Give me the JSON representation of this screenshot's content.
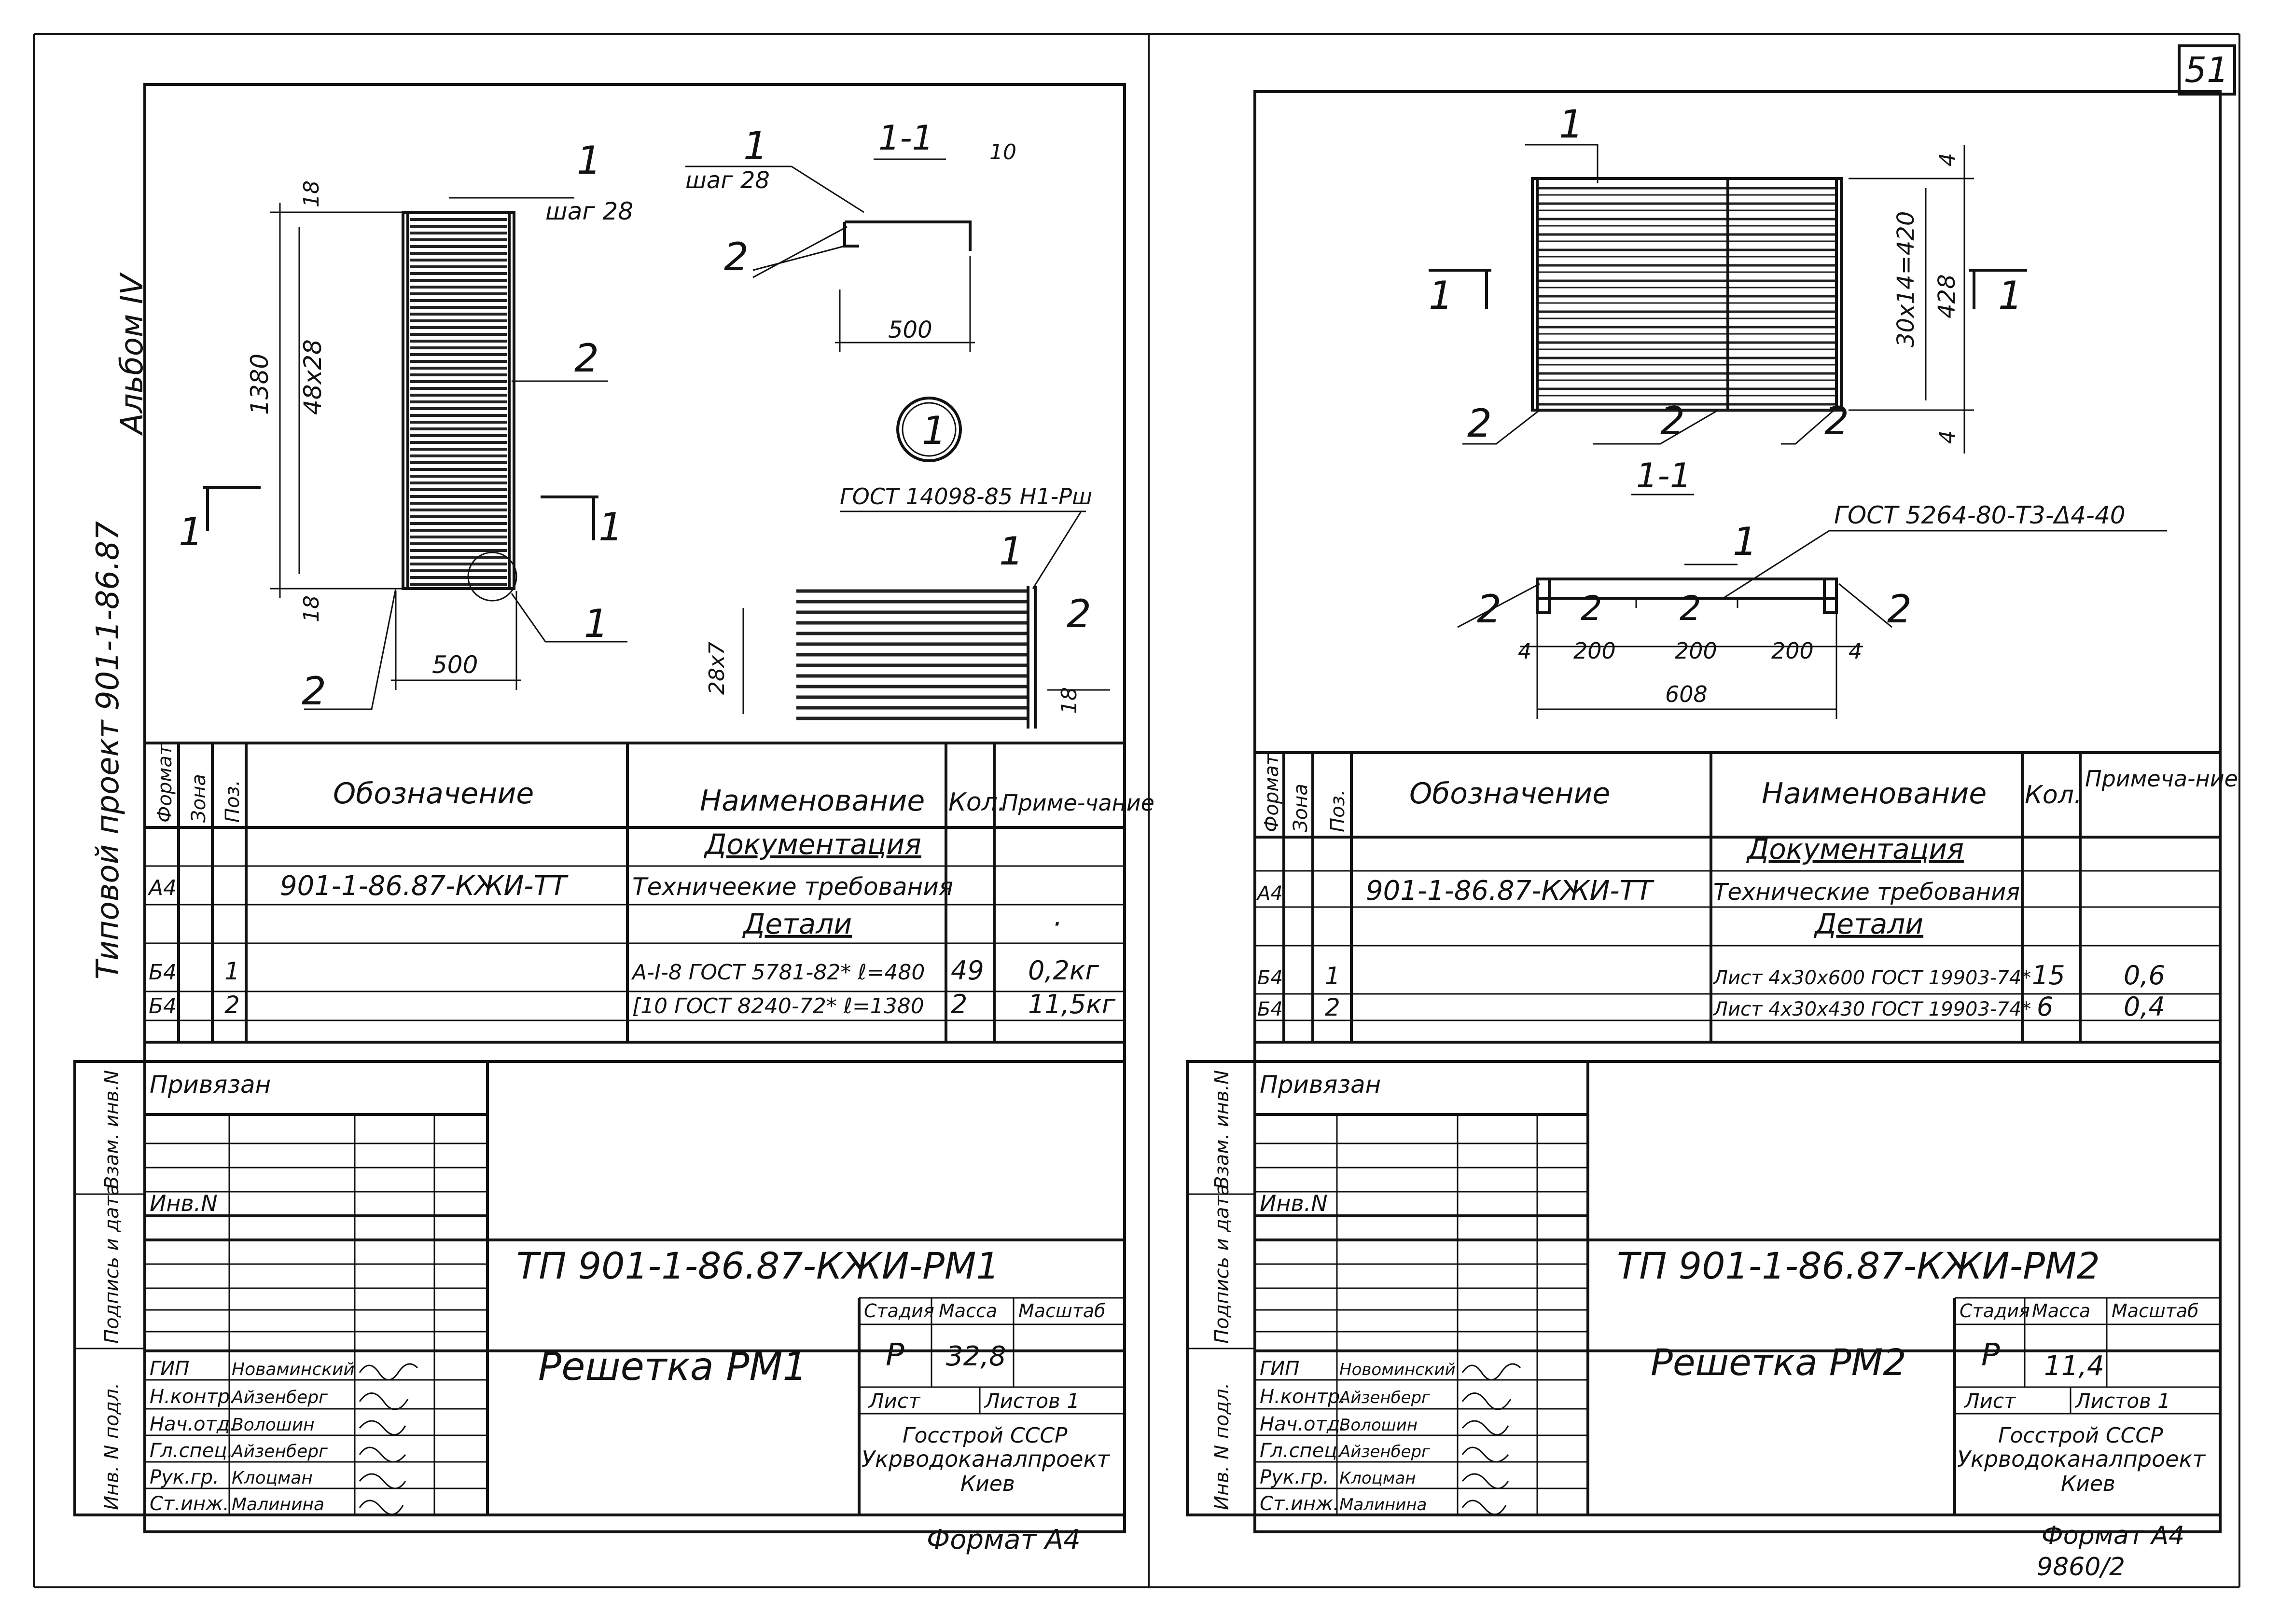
{
  "page_number": "51",
  "footer_code": "9860/2",
  "album_side": {
    "typovoy_proekt": "Типовой проект 901-1-86.87",
    "albom": "Альбом IV"
  },
  "side_labels": {
    "vzam_inv": "Взам. инв.N",
    "podpis_data": "Подпись и дата",
    "inv_podl": "Инв. N подл."
  },
  "left": {
    "drawing": {
      "pos1": "1",
      "pos2": "2",
      "shag": "шаг 28",
      "dim_18_top": "18",
      "dim_1380": "1380",
      "dim_48x28": "48x28",
      "dim_18_bot": "18",
      "dim_500": "500",
      "section_mark": "1",
      "section_title": "1-1",
      "section_10": "10",
      "section_500": "500",
      "detail_number": "1",
      "gost_detail": "ГОСТ 14098-85 Н1-Рш",
      "dim_28x7": "28x7",
      "dim_18_det": "18"
    },
    "spec": {
      "headers": {
        "format": "Формат",
        "zona": "Зона",
        "poz": "Поз.",
        "oboznachenie": "Обозначение",
        "naimenovanie": "Наименование",
        "kol": "Кол.",
        "primechanie": "Приме-чание"
      },
      "rows": [
        {
          "format": "",
          "zona": "",
          "poz": "",
          "obozn": "",
          "naim": "Документация",
          "kol": "",
          "prim": "",
          "heading": true
        },
        {
          "format": "А4",
          "zona": "",
          "poz": "",
          "obozn": "901-1-86.87-КЖИ-ТТ",
          "naim": "Техничеекие требования",
          "kol": "",
          "prim": ""
        },
        {
          "format": "",
          "zona": "",
          "poz": "",
          "obozn": "",
          "naim": "Детали",
          "kol": "",
          "prim": "·",
          "heading": true
        },
        {
          "format": "Б4",
          "zona": "",
          "poz": "1",
          "obozn": "",
          "naim": "A-I-8 ГОСТ 5781-82* ℓ=480",
          "kol": "49",
          "prim": "0,2кг"
        },
        {
          "format": "Б4",
          "zona": "",
          "poz": "2",
          "obozn": "",
          "naim": "[10 ГОСТ 8240-72* ℓ=1380",
          "kol": "2",
          "prim": "11,5кг"
        }
      ]
    },
    "titleblock": {
      "privyazan": "Привязан",
      "inv_n": "Инв.N",
      "code": "ТП 901-1-86.87-КЖИ-РМ1",
      "name": "Решетка РМ1",
      "stadiya_h": "Стадия",
      "massa_h": "Масса",
      "masshtab_h": "Масштаб",
      "stadiya": "Р",
      "massa": "32,8",
      "masshtab": "",
      "list_h": "Лист",
      "listov_h": "Листов 1",
      "org1": "Госстрой СССР",
      "org2": "Укрводоканалпроект",
      "org3": "Киев",
      "people": [
        {
          "role": "ГИП",
          "name": "Новаминский"
        },
        {
          "role": "Н.контр.",
          "name": "Айзенберг"
        },
        {
          "role": "Нач.отд.",
          "name": "Волошин"
        },
        {
          "role": "Гл.спец.",
          "name": "Айзенберг"
        },
        {
          "role": "Рук.гр.",
          "name": "Клоцман"
        },
        {
          "role": "Ст.инж.",
          "name": "Малинина"
        }
      ],
      "format": "Формат А4"
    }
  },
  "right": {
    "drawing": {
      "pos1": "1",
      "pos2": "2",
      "dim_4_top": "4",
      "dim_30x14": "30x14=420",
      "dim_428": "428",
      "dim_4_bot": "4",
      "section_mark": "1",
      "section_title": "1-1",
      "gost_weld": "ГОСТ 5264-80-Т3-Δ4-40",
      "dim_4_left": "4",
      "dim_200a": "200",
      "dim_200b": "200",
      "dim_200c": "200",
      "dim_4_right": "4",
      "dim_608": "608"
    },
    "spec": {
      "headers": {
        "format": "Формат",
        "zona": "Зона",
        "poz": "Поз.",
        "oboznachenie": "Обозначение",
        "naimenovanie": "Наименование",
        "kol": "Кол.",
        "primechanie": "Примеча-ние"
      },
      "rows": [
        {
          "format": "",
          "zona": "",
          "poz": "",
          "obozn": "",
          "naim": "Документация",
          "kol": "",
          "prim": "",
          "heading": true
        },
        {
          "format": "А4",
          "zona": "",
          "poz": "",
          "obozn": "901-1-86.87-КЖИ-ТТ",
          "naim": "Технические требования",
          "kol": "",
          "prim": ""
        },
        {
          "format": "",
          "zona": "",
          "poz": "",
          "obozn": "",
          "naim": "Детали",
          "kol": "",
          "prim": "",
          "heading": true
        },
        {
          "format": "Б4",
          "zona": "",
          "poz": "1",
          "obozn": "",
          "naim": "Лист 4x30x600 ГОСТ 19903-74*",
          "kol": "15",
          "prim": "0,6"
        },
        {
          "format": "Б4",
          "zona": "",
          "poz": "2",
          "obozn": "",
          "naim": "Лист 4x30x430 ГОСТ 19903-74*",
          "kol": "6",
          "prim": "0,4"
        }
      ]
    },
    "titleblock": {
      "privyazan": "Привязан",
      "inv_n": "Инв.N",
      "code": "ТП 901-1-86.87-КЖИ-РМ2",
      "name": "Решетка РМ2",
      "stadiya_h": "Стадия",
      "massa_h": "Масса",
      "masshtab_h": "Масштаб",
      "stadiya": "Р",
      "massa": "11,4",
      "masshtab": "",
      "list_h": "Лист",
      "listov_h": "Листов 1",
      "org1": "Госстрой СССР",
      "org2": "Укрводоканалпроект",
      "org3": "Киев",
      "people": [
        {
          "role": "ГИП",
          "name": "Новоминский"
        },
        {
          "role": "Н.контр.",
          "name": "Айзенберг"
        },
        {
          "role": "Нач.отд.",
          "name": "Волошин"
        },
        {
          "role": "Гл.спец.",
          "name": "Айзенберг"
        },
        {
          "role": "Рук.гр.",
          "name": "Клоцман"
        },
        {
          "role": "Ст.инж.",
          "name": "Малинина"
        }
      ],
      "format": "Формат А4"
    }
  }
}
